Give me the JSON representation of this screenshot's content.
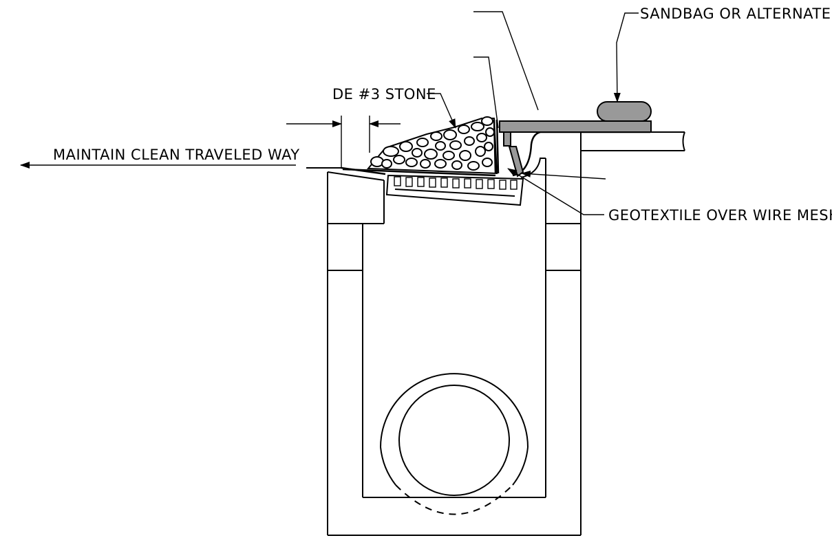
{
  "labels": {
    "sandbag": "SANDBAG OR ALTERNATE",
    "stone": "DE #3 STONE",
    "traveled_way": "MAINTAIN CLEAN TRAVELED WAY",
    "geotextile": "GEOTEXTILE OVER WIRE MESH"
  },
  "colors": {
    "line": "#000000",
    "fill_gray": "#999999",
    "background": "#ffffff"
  }
}
